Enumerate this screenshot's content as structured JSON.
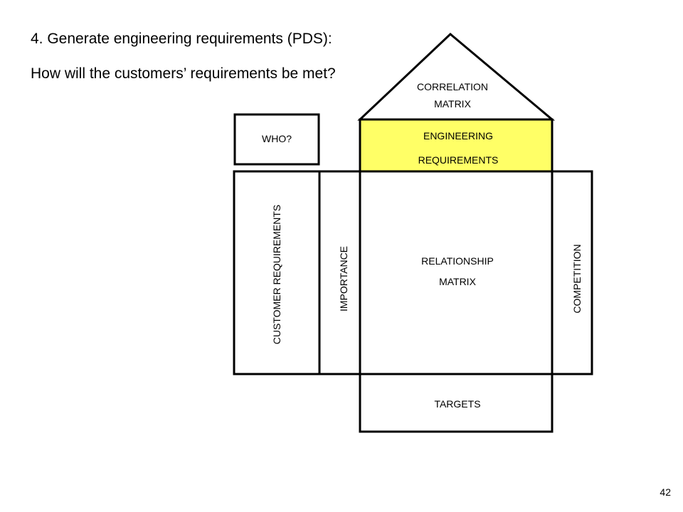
{
  "slide": {
    "heading": "4. Generate engineering requirements (PDS):",
    "question": "How will the customers’ requirements be met?",
    "page_number": "42"
  },
  "house_of_quality": {
    "roof": {
      "line1": "CORRELATION",
      "line2": "MATRIX"
    },
    "who": "WHO?",
    "engineering": {
      "line1": "ENGINEERING",
      "line2": "REQUIREMENTS"
    },
    "customer_requirements": "CUSTOMER REQUIREMENTS",
    "importance": "IMPORTANCE",
    "relationship": {
      "line1": "RELATIONSHIP",
      "line2": "MATRIX"
    },
    "competition": "COMPETITION",
    "targets": "TARGETS"
  },
  "colors": {
    "engineering_fill": "#ffff66",
    "stroke": "#000000"
  }
}
